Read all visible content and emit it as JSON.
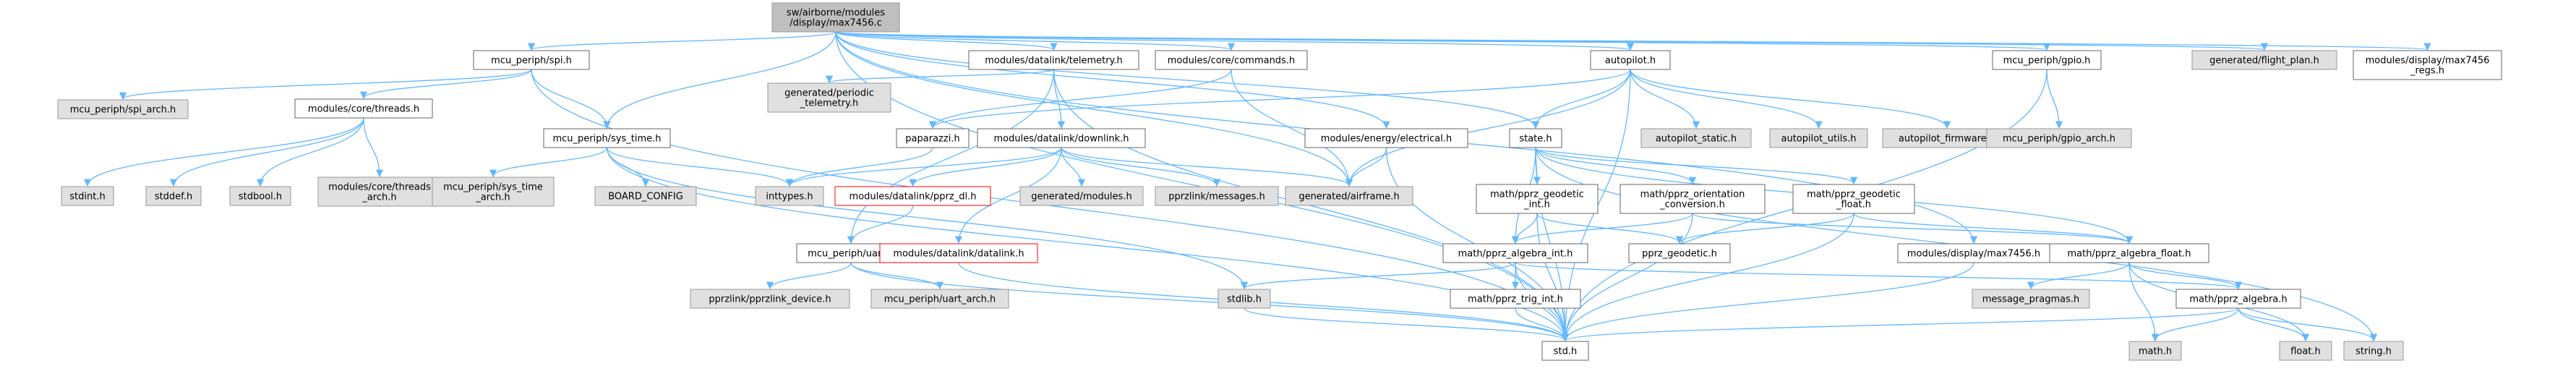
{
  "colors": {
    "edge": "#63b8ff",
    "box_border": "#666666",
    "box_fill": "#ffffff",
    "system_fill": "#e0e0e0",
    "system_border": "#999999",
    "root_fill": "#bfbfbf",
    "root_border": "#999999",
    "truncated_border": "#ff0000"
  },
  "nodes": [
    {
      "id": "root",
      "label": [
        "sw/airborne/modules",
        "/display/max7456.c"
      ],
      "style": "root"
    },
    {
      "id": "spi",
      "label": [
        "mcu_periph/spi.h"
      ],
      "style": "normal"
    },
    {
      "id": "telemetry",
      "label": [
        "modules/datalink/telemetry.h"
      ],
      "style": "normal"
    },
    {
      "id": "commands",
      "label": [
        "modules/core/commands.h"
      ],
      "style": "normal"
    },
    {
      "id": "autopilot",
      "label": [
        "autopilot.h"
      ],
      "style": "normal"
    },
    {
      "id": "gpio",
      "label": [
        "mcu_periph/gpio.h"
      ],
      "style": "normal"
    },
    {
      "id": "flight_plan",
      "label": [
        "generated/flight_plan.h"
      ],
      "style": "system"
    },
    {
      "id": "max7456_regs",
      "label": [
        "modules/display/max7456",
        "_regs.h"
      ],
      "style": "normal"
    },
    {
      "id": "spi_arch",
      "label": [
        "mcu_periph/spi_arch.h"
      ],
      "style": "system"
    },
    {
      "id": "threads",
      "label": [
        "modules/core/threads.h"
      ],
      "style": "normal"
    },
    {
      "id": "sys_time",
      "label": [
        "mcu_periph/sys_time.h"
      ],
      "style": "normal"
    },
    {
      "id": "periodic_telemetry",
      "label": [
        "generated/periodic",
        "_telemetry.h"
      ],
      "style": "system"
    },
    {
      "id": "paparazzi",
      "label": [
        "paparazzi.h"
      ],
      "style": "normal"
    },
    {
      "id": "downlink",
      "label": [
        "modules/datalink/downlink.h"
      ],
      "style": "normal"
    },
    {
      "id": "electrical",
      "label": [
        "modules/energy/electrical.h"
      ],
      "style": "normal"
    },
    {
      "id": "state",
      "label": [
        "state.h"
      ],
      "style": "normal"
    },
    {
      "id": "autopilot_static",
      "label": [
        "autopilot_static.h"
      ],
      "style": "system"
    },
    {
      "id": "autopilot_utils",
      "label": [
        "autopilot_utils.h"
      ],
      "style": "system"
    },
    {
      "id": "autopilot_firmware",
      "label": [
        "autopilot_firmware.h"
      ],
      "style": "system"
    },
    {
      "id": "gpio_arch",
      "label": [
        "mcu_periph/gpio_arch.h"
      ],
      "style": "system"
    },
    {
      "id": "stdint",
      "label": [
        "stdint.h"
      ],
      "style": "system"
    },
    {
      "id": "stddef",
      "label": [
        "stddef.h"
      ],
      "style": "system"
    },
    {
      "id": "stdbool",
      "label": [
        "stdbool.h"
      ],
      "style": "system"
    },
    {
      "id": "threads_arch",
      "label": [
        "modules/core/threads",
        "_arch.h"
      ],
      "style": "system"
    },
    {
      "id": "sys_time_arch",
      "label": [
        "mcu_periph/sys_time",
        "_arch.h"
      ],
      "style": "system"
    },
    {
      "id": "board_config",
      "label": [
        "BOARD_CONFIG"
      ],
      "style": "system"
    },
    {
      "id": "inttypes",
      "label": [
        "inttypes.h"
      ],
      "style": "system"
    },
    {
      "id": "pprz_dl",
      "label": [
        "modules/datalink/pprz_dl.h"
      ],
      "style": "truncated"
    },
    {
      "id": "generated_modules",
      "label": [
        "generated/modules.h"
      ],
      "style": "system"
    },
    {
      "id": "pprzlink_messages",
      "label": [
        "pprzlink/messages.h"
      ],
      "style": "system"
    },
    {
      "id": "airframe",
      "label": [
        "generated/airframe.h"
      ],
      "style": "system"
    },
    {
      "id": "pprz_geodetic_int",
      "label": [
        "math/pprz_geodetic",
        "_int.h"
      ],
      "style": "normal"
    },
    {
      "id": "pprz_orientation",
      "label": [
        "math/pprz_orientation",
        "_conversion.h"
      ],
      "style": "normal"
    },
    {
      "id": "pprz_geodetic_float",
      "label": [
        "math/pprz_geodetic",
        "_float.h"
      ],
      "style": "normal"
    },
    {
      "id": "uart",
      "label": [
        "mcu_periph/uart.h"
      ],
      "style": "normal"
    },
    {
      "id": "datalink",
      "label": [
        "modules/datalink/datalink.h"
      ],
      "style": "truncated"
    },
    {
      "id": "pprz_algebra_int",
      "label": [
        "math/pprz_algebra_int.h"
      ],
      "style": "normal"
    },
    {
      "id": "pprz_geodetic",
      "label": [
        "pprz_geodetic.h"
      ],
      "style": "normal"
    },
    {
      "id": "max7456_h",
      "label": [
        "modules/display/max7456.h"
      ],
      "style": "normal"
    },
    {
      "id": "pprz_algebra_float",
      "label": [
        "math/pprz_algebra_float.h"
      ],
      "style": "normal"
    },
    {
      "id": "pprzlink_device",
      "label": [
        "pprzlink/pprzlink_device.h"
      ],
      "style": "system"
    },
    {
      "id": "uart_arch",
      "label": [
        "mcu_periph/uart_arch.h"
      ],
      "style": "system"
    },
    {
      "id": "stdlib",
      "label": [
        "stdlib.h"
      ],
      "style": "system"
    },
    {
      "id": "pprz_trig_int",
      "label": [
        "math/pprz_trig_int.h"
      ],
      "style": "normal"
    },
    {
      "id": "message_pragmas",
      "label": [
        "message_pragmas.h"
      ],
      "style": "system"
    },
    {
      "id": "pprz_algebra",
      "label": [
        "math/pprz_algebra.h"
      ],
      "style": "normal"
    },
    {
      "id": "std",
      "label": [
        "std.h"
      ],
      "style": "normal"
    },
    {
      "id": "math",
      "label": [
        "math.h"
      ],
      "style": "system"
    },
    {
      "id": "float",
      "label": [
        "float.h"
      ],
      "style": "system"
    },
    {
      "id": "string",
      "label": [
        "string.h"
      ],
      "style": "system"
    }
  ],
  "edges": [
    [
      "root",
      "spi"
    ],
    [
      "root",
      "telemetry"
    ],
    [
      "root",
      "commands"
    ],
    [
      "root",
      "autopilot"
    ],
    [
      "root",
      "gpio"
    ],
    [
      "root",
      "flight_plan"
    ],
    [
      "root",
      "max7456_regs"
    ],
    [
      "root",
      "sys_time"
    ],
    [
      "root",
      "electrical"
    ],
    [
      "root",
      "state"
    ],
    [
      "root",
      "airframe"
    ],
    [
      "root",
      "max7456_h"
    ],
    [
      "root",
      "std"
    ],
    [
      "spi",
      "spi_arch"
    ],
    [
      "spi",
      "threads"
    ],
    [
      "spi",
      "sys_time"
    ],
    [
      "spi",
      "std"
    ],
    [
      "threads",
      "stdint"
    ],
    [
      "threads",
      "stddef"
    ],
    [
      "threads",
      "stdbool"
    ],
    [
      "threads",
      "threads_arch"
    ],
    [
      "sys_time",
      "sys_time_arch"
    ],
    [
      "sys_time",
      "board_config"
    ],
    [
      "sys_time",
      "inttypes"
    ],
    [
      "sys_time",
      "stdlib"
    ],
    [
      "sys_time",
      "std"
    ],
    [
      "telemetry",
      "periodic_telemetry"
    ],
    [
      "telemetry",
      "downlink"
    ],
    [
      "telemetry",
      "uart"
    ],
    [
      "telemetry",
      "std"
    ],
    [
      "commands",
      "paparazzi"
    ],
    [
      "commands",
      "airframe"
    ],
    [
      "paparazzi",
      "inttypes"
    ],
    [
      "downlink",
      "inttypes"
    ],
    [
      "downlink",
      "pprz_dl"
    ],
    [
      "downlink",
      "generated_modules"
    ],
    [
      "downlink",
      "pprzlink_messages"
    ],
    [
      "downlink",
      "airframe"
    ],
    [
      "downlink",
      "datalink"
    ],
    [
      "pprz_dl",
      "uart"
    ],
    [
      "uart",
      "pprzlink_device"
    ],
    [
      "uart",
      "uart_arch"
    ],
    [
      "uart",
      "std"
    ],
    [
      "datalink",
      "std"
    ],
    [
      "autopilot",
      "paparazzi"
    ],
    [
      "autopilot",
      "airframe"
    ],
    [
      "autopilot",
      "state"
    ],
    [
      "autopilot",
      "autopilot_static"
    ],
    [
      "autopilot",
      "autopilot_utils"
    ],
    [
      "autopilot",
      "autopilot_firmware"
    ],
    [
      "autopilot",
      "std"
    ],
    [
      "electrical",
      "airframe"
    ],
    [
      "electrical",
      "std"
    ],
    [
      "state",
      "pprz_geodetic_int"
    ],
    [
      "state",
      "pprz_orientation"
    ],
    [
      "state",
      "pprz_geodetic_float"
    ],
    [
      "state",
      "pprz_algebra_int"
    ],
    [
      "state",
      "pprz_algebra_float"
    ],
    [
      "state",
      "std"
    ],
    [
      "state",
      "string"
    ],
    [
      "pprz_geodetic_int",
      "pprz_geodetic"
    ],
    [
      "pprz_geodetic_int",
      "pprz_algebra_int"
    ],
    [
      "pprz_geodetic_int",
      "std"
    ],
    [
      "pprz_orientation",
      "pprz_algebra_int"
    ],
    [
      "pprz_orientation",
      "pprz_algebra_float"
    ],
    [
      "pprz_orientation",
      "std"
    ],
    [
      "pprz_geodetic_float",
      "pprz_geodetic"
    ],
    [
      "pprz_geodetic_float",
      "pprz_algebra_float"
    ],
    [
      "pprz_geodetic_float",
      "std"
    ],
    [
      "pprz_algebra_int",
      "stdlib"
    ],
    [
      "pprz_algebra_int",
      "pprz_trig_int"
    ],
    [
      "pprz_algebra_int",
      "pprz_algebra"
    ],
    [
      "pprz_algebra_int",
      "std"
    ],
    [
      "pprz_trig_int",
      "std"
    ],
    [
      "pprz_algebra_float",
      "message_pragmas"
    ],
    [
      "pprz_algebra_float",
      "pprz_algebra"
    ],
    [
      "pprz_algebra_float",
      "math"
    ],
    [
      "pprz_algebra_float",
      "float"
    ],
    [
      "pprz_algebra",
      "std"
    ],
    [
      "pprz_algebra",
      "math"
    ],
    [
      "pprz_algebra",
      "float"
    ],
    [
      "pprz_algebra",
      "string"
    ],
    [
      "gpio",
      "gpio_arch"
    ],
    [
      "gpio",
      "std"
    ],
    [
      "max7456_h",
      "std"
    ],
    [
      "stdlib",
      "std"
    ]
  ]
}
